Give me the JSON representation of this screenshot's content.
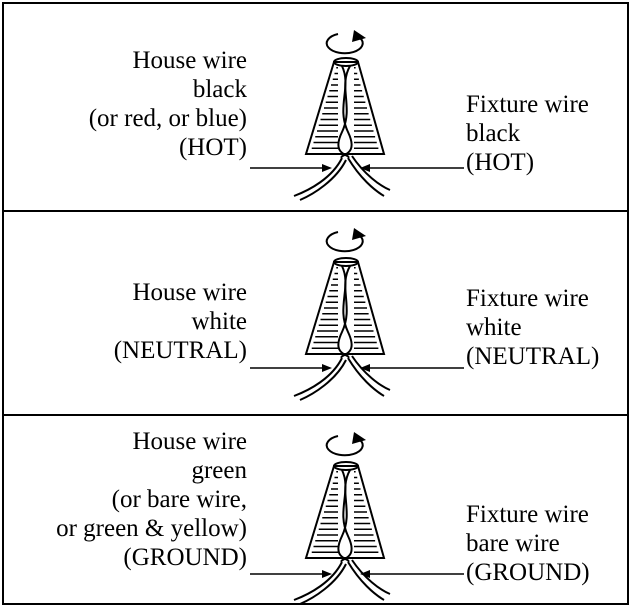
{
  "panels": [
    {
      "left_label": [
        "House wire",
        "black",
        "(or red, or blue)",
        "(HOT)"
      ],
      "right_label": [
        "Fixture wire",
        "black",
        "(HOT)"
      ]
    },
    {
      "left_label": [
        "House wire",
        "white",
        "(NEUTRAL)"
      ],
      "right_label": [
        "Fixture wire",
        "white",
        "(NEUTRAL)"
      ]
    },
    {
      "left_label": [
        "House wire",
        "green",
        "(or bare wire,",
        "or green & yellow)",
        "(GROUND)"
      ],
      "right_label": [
        "Fixture wire",
        "bare wire",
        "(GROUND)"
      ]
    }
  ],
  "icons": [
    "twist-direction-arrow-icon",
    "wire-nut-icon"
  ]
}
